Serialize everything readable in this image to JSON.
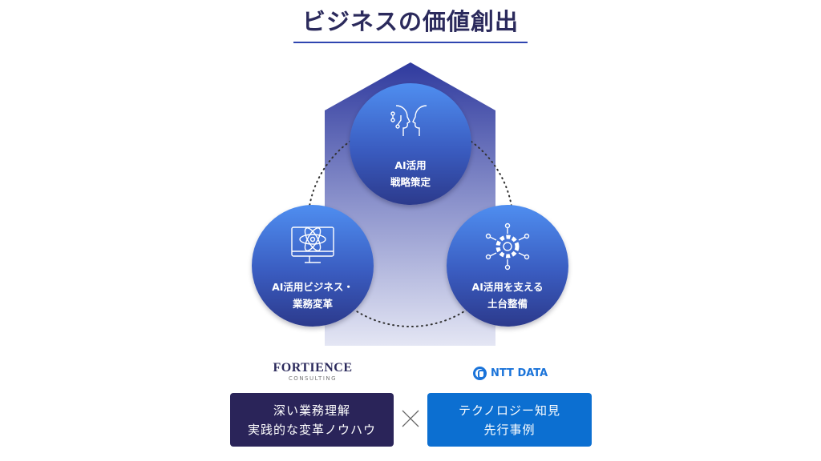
{
  "title": "ビジネスの価値創出",
  "circles": {
    "top": {
      "line1": "AI活用",
      "line2": "戦略策定",
      "icon": "ai-human-face-icon"
    },
    "left": {
      "line1": "AI活用ビジネス・",
      "line2": "業務変革",
      "icon": "monitor-atom-icon"
    },
    "right": {
      "line1": "AI活用を支える",
      "line2": "土台整備",
      "icon": "gear-network-icon"
    }
  },
  "logos": {
    "fortience": {
      "name": "FORTIENCE",
      "sub": "CONSULTING"
    },
    "nttdata": {
      "name": "NTT DATA"
    }
  },
  "boxes": {
    "left": {
      "line1": "深い業務理解",
      "line2": "実践的な変革ノウハウ",
      "color": "#2a2459"
    },
    "right": {
      "line1": "テクノロジー知見",
      "line2": "先行事例",
      "color": "#0c6fd1"
    }
  },
  "colors": {
    "title": "#2b2a5c",
    "accent": "#2f45b0"
  }
}
